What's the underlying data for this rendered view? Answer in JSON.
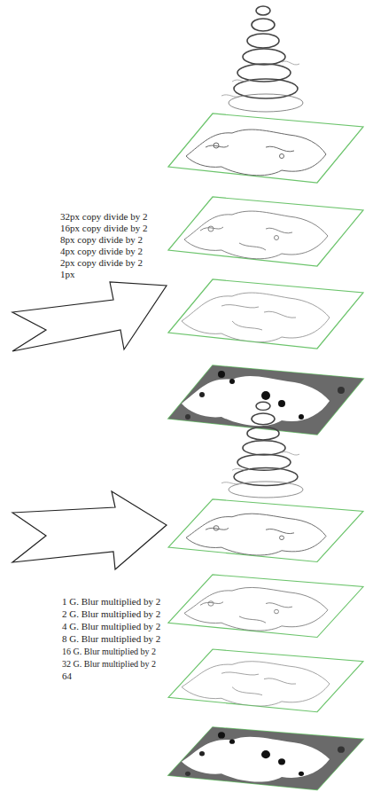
{
  "diagram": {
    "labels": [
      "32px copy divide by 2",
      "16px copy divide by 2",
      "8px copy divide by 2",
      "4px copy divide by 2",
      "2px copy divide by 2",
      "1px",
      "1 G. Blur multiplied by 2",
      "2 G. Blur multiplied by 2",
      "4 G. Blur multiplied by 2",
      "8 G. Blur multiplied by 2",
      "16 G. Blur multiplied by 2",
      "32 G. Blur multiplied by 2",
      "64"
    ]
  }
}
